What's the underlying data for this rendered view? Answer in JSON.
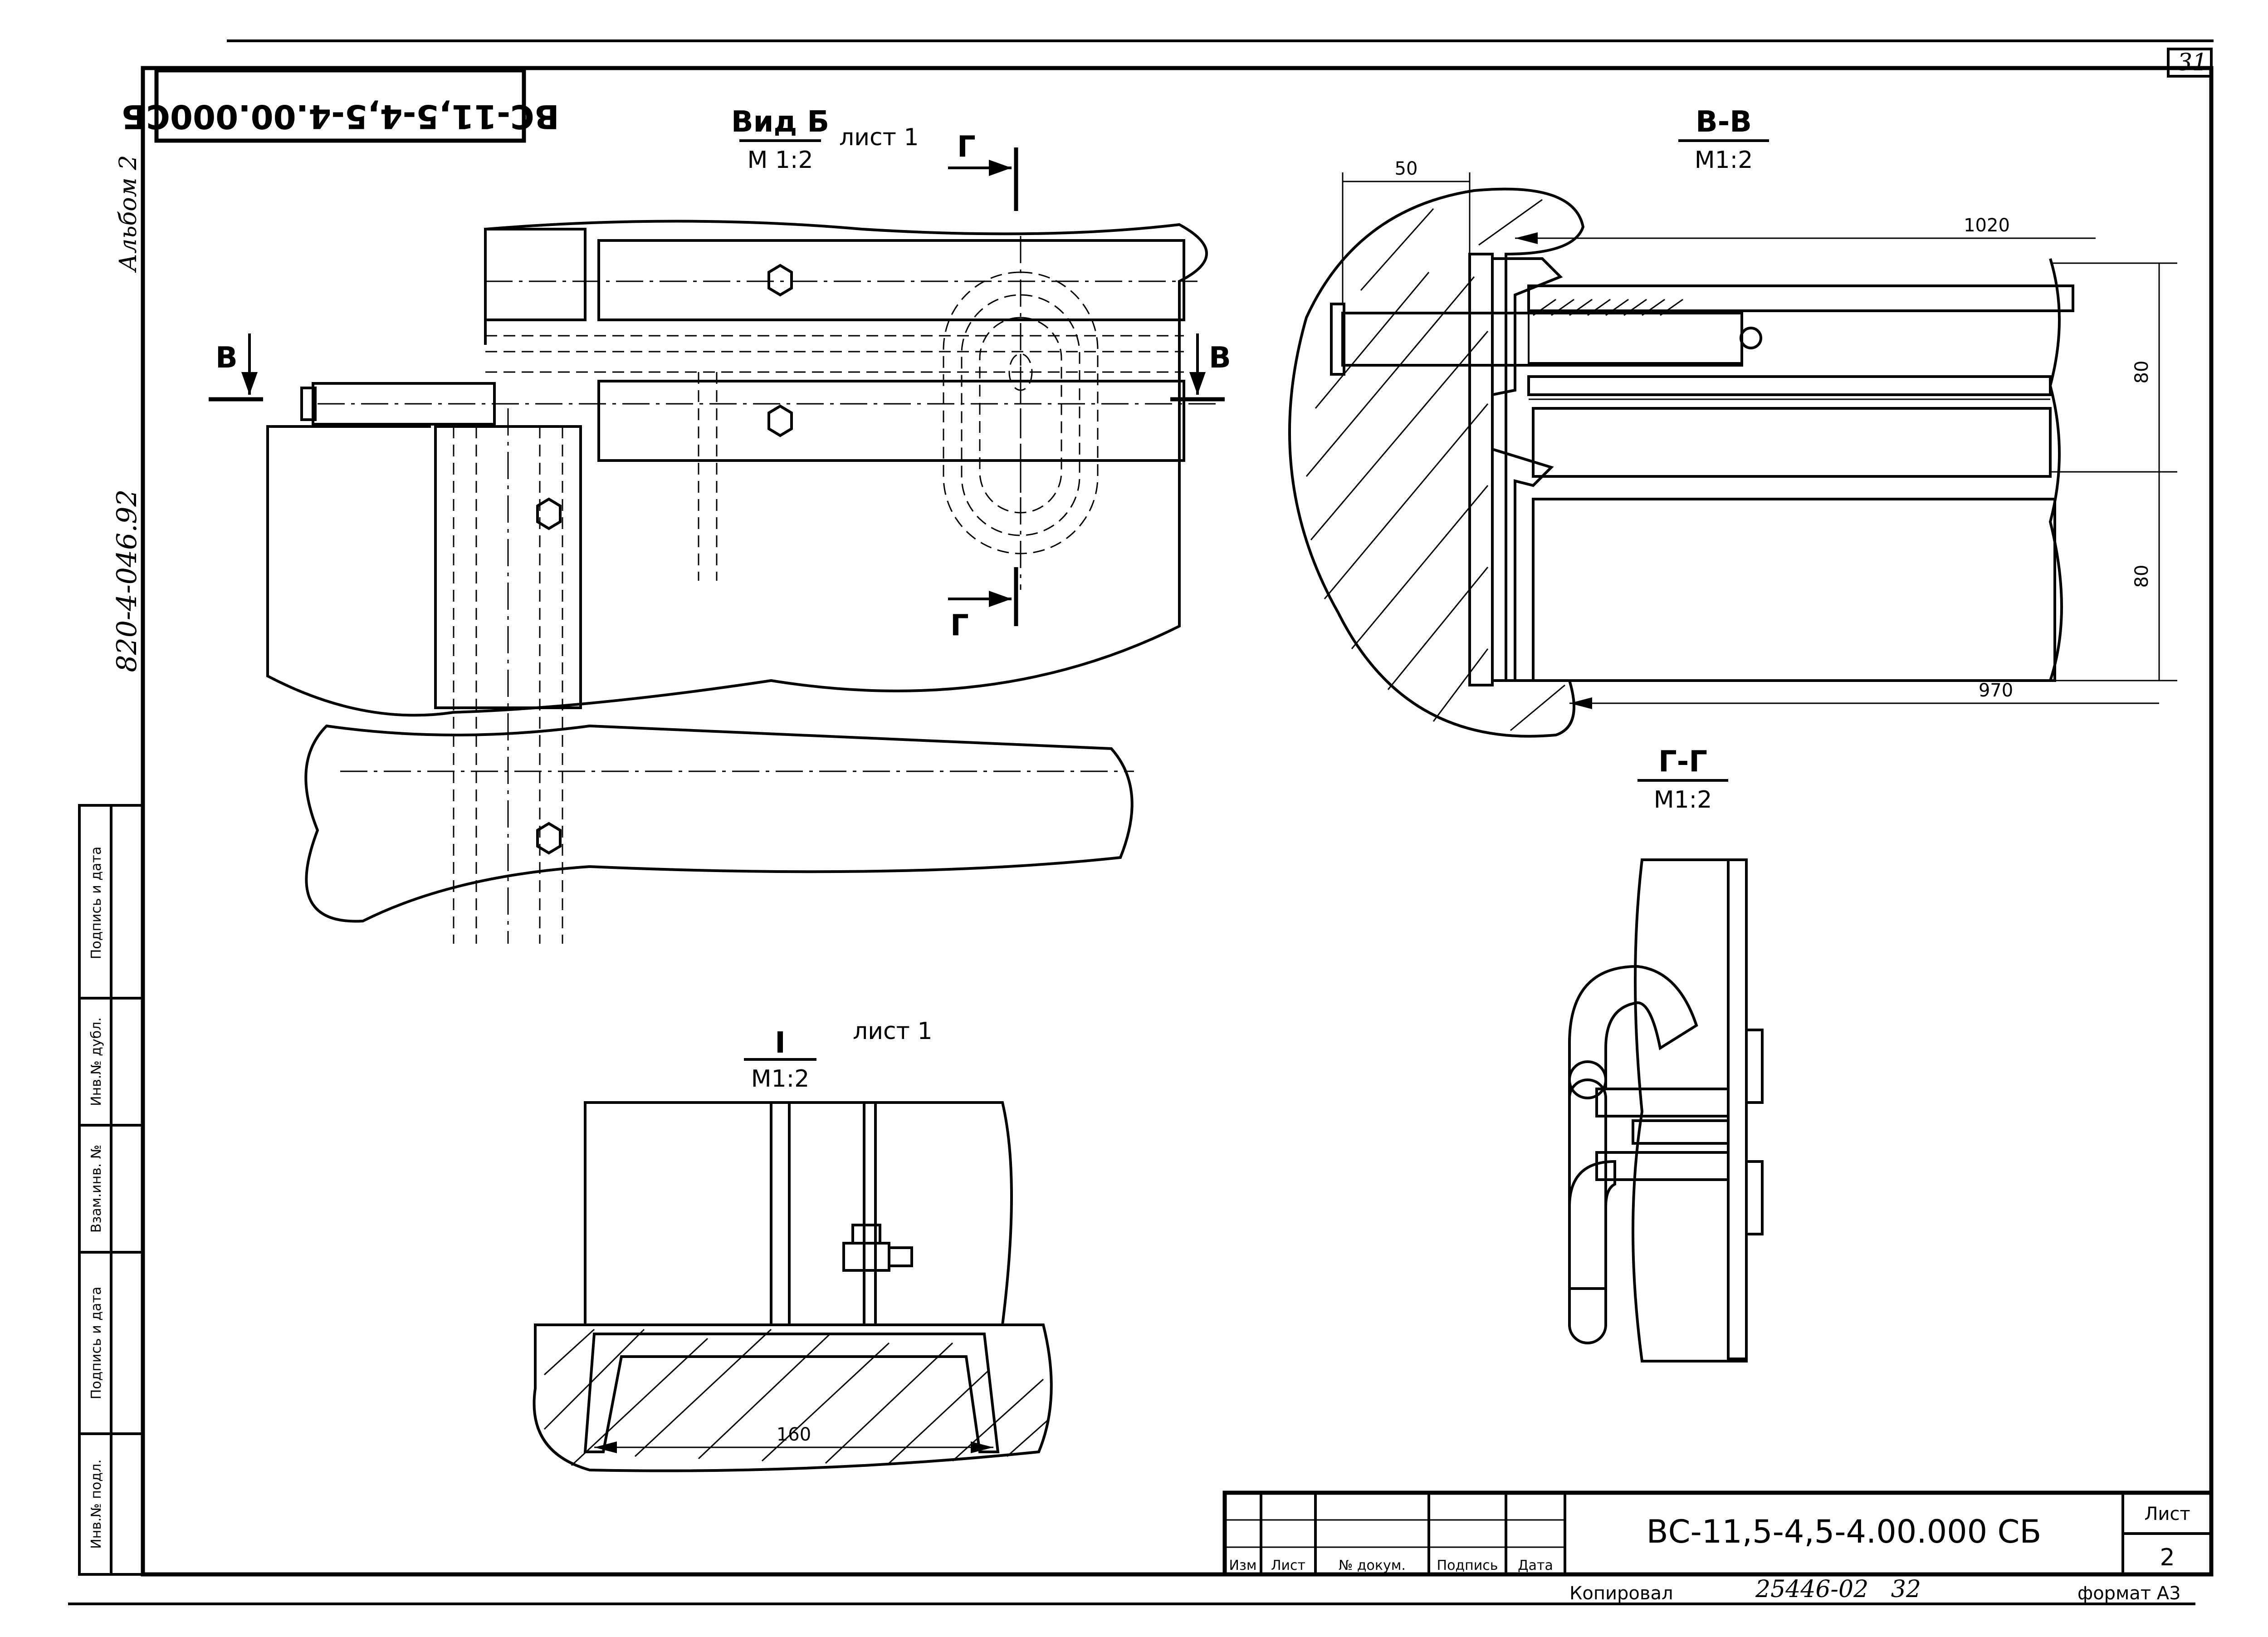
{
  "sheet": {
    "number_top": "31",
    "album": "Альбом 2",
    "series": "820-4-046.92",
    "stamp_code_mirrored": "ВС-11,5-4,5-4.00.000СБ",
    "copy_label": "Копировал",
    "copy_number": "25446-02   32",
    "format": "формат А3"
  },
  "views": {
    "vid_b": {
      "title": "Вид Б",
      "scale": "М 1:2",
      "sheet_ref": "лист 1"
    },
    "section_vv": {
      "title": "В-В",
      "scale": "М1:2"
    },
    "section_gg": {
      "title": "Г-Г",
      "scale": "М1:2"
    },
    "detail_i": {
      "title": "I",
      "scale": "М1:2",
      "sheet_ref": "лист 1"
    }
  },
  "markers": {
    "cut_g": "Г",
    "cut_v": "В"
  },
  "dimensions": {
    "d50": "50",
    "d1020": "1020",
    "d80a": "80",
    "d80b": "80",
    "d970": "970",
    "d160": "160"
  },
  "side_columns": [
    "Подпись и дата",
    "Инв.№ дубл.",
    "Взам.инв. №",
    "Подпись и дата",
    "Инв.№ подл."
  ],
  "title_block": {
    "headers": [
      "Изм",
      "Лист",
      "№ докум.",
      "Подпись",
      "Дата"
    ],
    "document_code": "ВС-11,5-4,5-4.00.000 СБ",
    "sheet_label": "Лист",
    "sheet_number": "2"
  }
}
